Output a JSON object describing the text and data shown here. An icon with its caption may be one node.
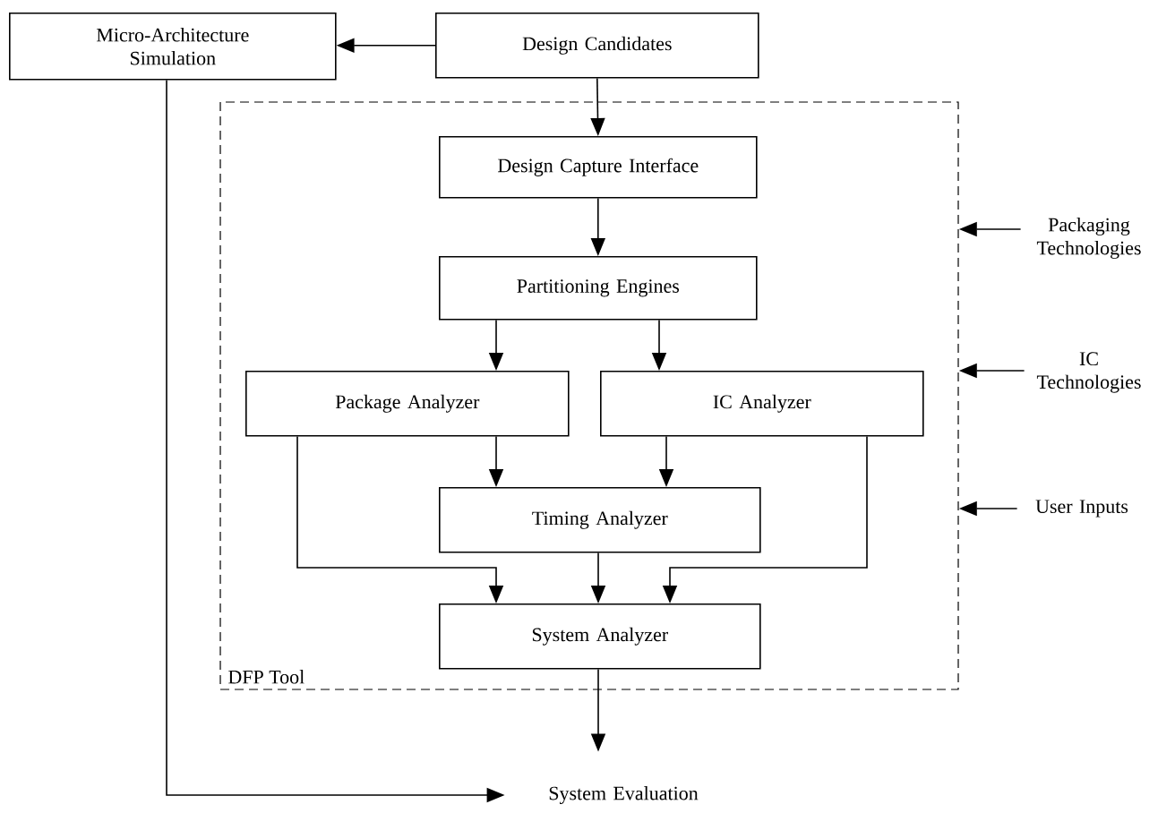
{
  "diagram": {
    "nodes": [
      {
        "text": [
          "Micro-Architecture Simulation"
        ]
      },
      {
        "text": [
          "Design Candidates"
        ]
      },
      {
        "text": [
          "DFP Tool"
        ]
      },
      {
        "text": [
          "Design Capture Interface"
        ],
        "in": 2
      },
      {
        "text": [
          "Partitioning Engines"
        ],
        "in": 2
      },
      {
        "text": [
          "Package Analyzer"
        ],
        "in": 2
      },
      {
        "text": [
          "IC Analyzer"
        ],
        "in": 2
      },
      {
        "text": [
          "Timing Analyzer"
        ],
        "in": 2
      },
      {
        "text": [
          "System Analyzer"
        ],
        "in": 2
      },
      {
        "text": [
          "System Evaluation"
        ]
      },
      {
        "text": [
          "Packaging Technologies"
        ]
      },
      {
        "text": [
          "IC Technologies"
        ]
      },
      {
        "text": [
          "User Inputs"
        ]
      }
    ],
    "edges": [
      {
        "from": 1,
        "to": 0,
        "arrow": "to"
      },
      {
        "from": 1,
        "to": 3,
        "arrow": "to"
      },
      {
        "from": 3,
        "to": 4,
        "arrow": "to"
      },
      {
        "from": 4,
        "to": 5,
        "arrow": "to"
      },
      {
        "from": 4,
        "to": 6,
        "arrow": "to"
      },
      {
        "from": 5,
        "to": 7,
        "arrow": "to"
      },
      {
        "from": 6,
        "to": 7,
        "arrow": "to"
      },
      {
        "from": 5,
        "to": 8,
        "arrow": "to"
      },
      {
        "from": 7,
        "to": 8,
        "arrow": "to"
      },
      {
        "from": 6,
        "to": 8,
        "arrow": "to"
      },
      {
        "from": 8,
        "to": 9,
        "arrow": "to"
      },
      {
        "from": 0,
        "to": 9,
        "arrow": "to"
      },
      {
        "from": 10,
        "to": 2,
        "arrow": "to"
      },
      {
        "from": 11,
        "to": 2,
        "arrow": "to"
      },
      {
        "from": 12,
        "to": 2,
        "arrow": "to"
      }
    ]
  }
}
